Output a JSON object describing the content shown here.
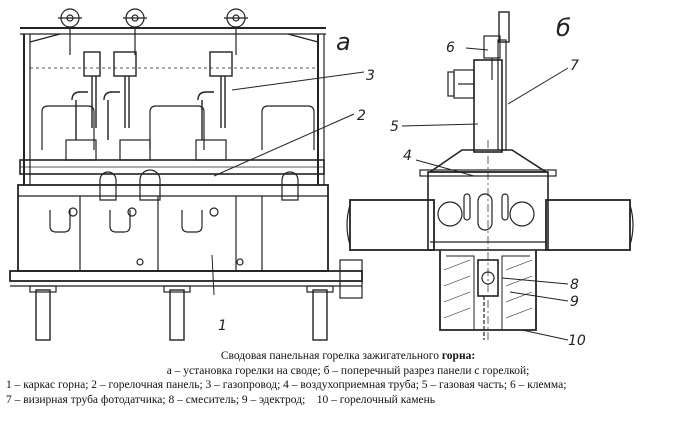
{
  "view_labels": {
    "a": "а",
    "b": "б"
  },
  "callouts": [
    "1",
    "2",
    "3",
    "4",
    "5",
    "6",
    "7",
    "8",
    "9",
    "10"
  ],
  "caption": {
    "title_main": "Сводовая панельная горелка зажигательного ",
    "title_bold": "горна:",
    "line2": "а – установка горелки на своде; б – поперечный разрез панели с горелкой;",
    "line3": "1 – каркас горна; 2 – горелочная панель; 3 – газопровод; 4 – воздухоприемная труба; 5 – газовая часть; 6 – клемма;",
    "line4": "7 – визирная труба фотодатчика; 8 – смеситель; 9 – эдектрод;    10 – горелочный камень"
  }
}
